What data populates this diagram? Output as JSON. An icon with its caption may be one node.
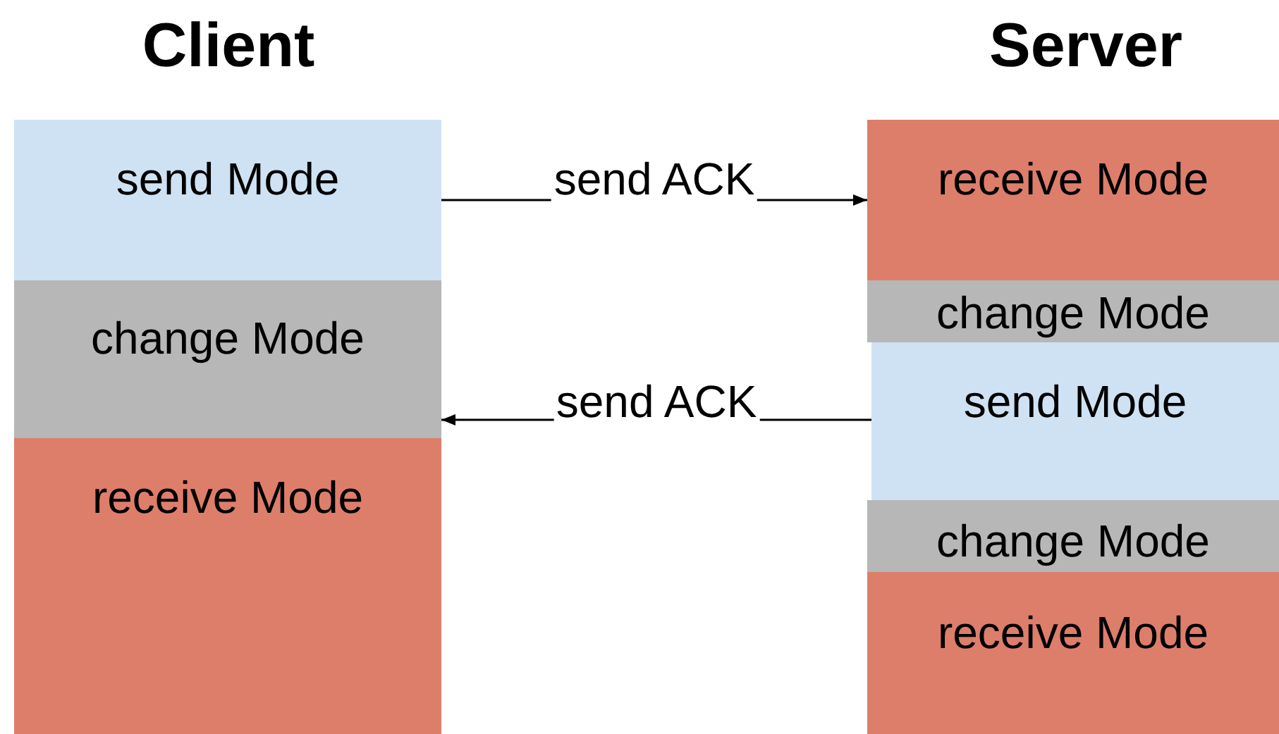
{
  "diagram": {
    "nodes": [
      {
        "text": [
          "send Mode"
        ]
      },
      {
        "text": [
          "change Mode"
        ]
      },
      {
        "text": [
          "receive Mode"
        ]
      },
      {
        "text": [
          "receive Mode"
        ]
      },
      {
        "text": [
          "change Mode"
        ]
      },
      {
        "text": [
          "send Mode"
        ]
      },
      {
        "text": [
          "change Mode"
        ]
      },
      {
        "text": [
          "receive Mode"
        ]
      }
    ],
    "edges": [
      {
        "from": 0,
        "to": 3,
        "arrow": "to",
        "label": "send ACK"
      },
      {
        "from": 5,
        "to": 1,
        "arrow": "to",
        "label": "send ACK"
      }
    ],
    "labels": [
      "Client",
      "Server"
    ]
  }
}
